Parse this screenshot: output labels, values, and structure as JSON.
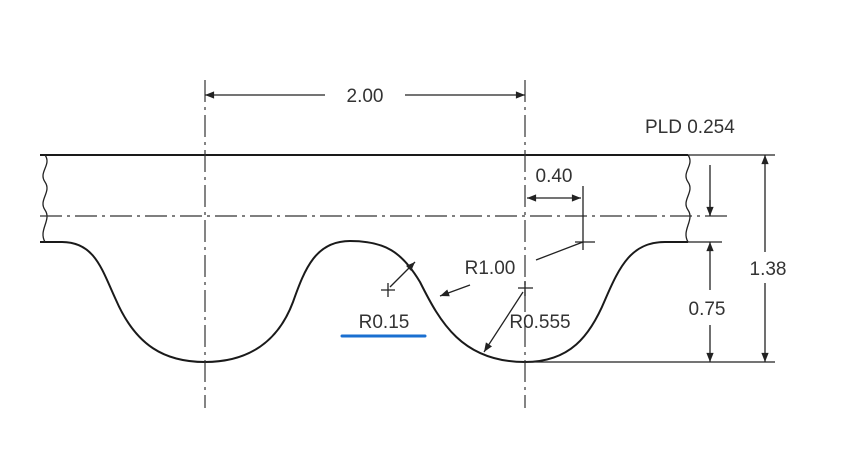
{
  "drawing": {
    "pitch_label": "2.00",
    "pld_label": "PLD 0.254",
    "offset_label": "0.40",
    "radius_large_label": "R1.00",
    "radius_tip_label": "R0.15",
    "radius_groove_label": "R0.555",
    "tooth_height_label": "0.75",
    "total_height_label": "1.38",
    "highlight_color": "#1a6fd0"
  }
}
